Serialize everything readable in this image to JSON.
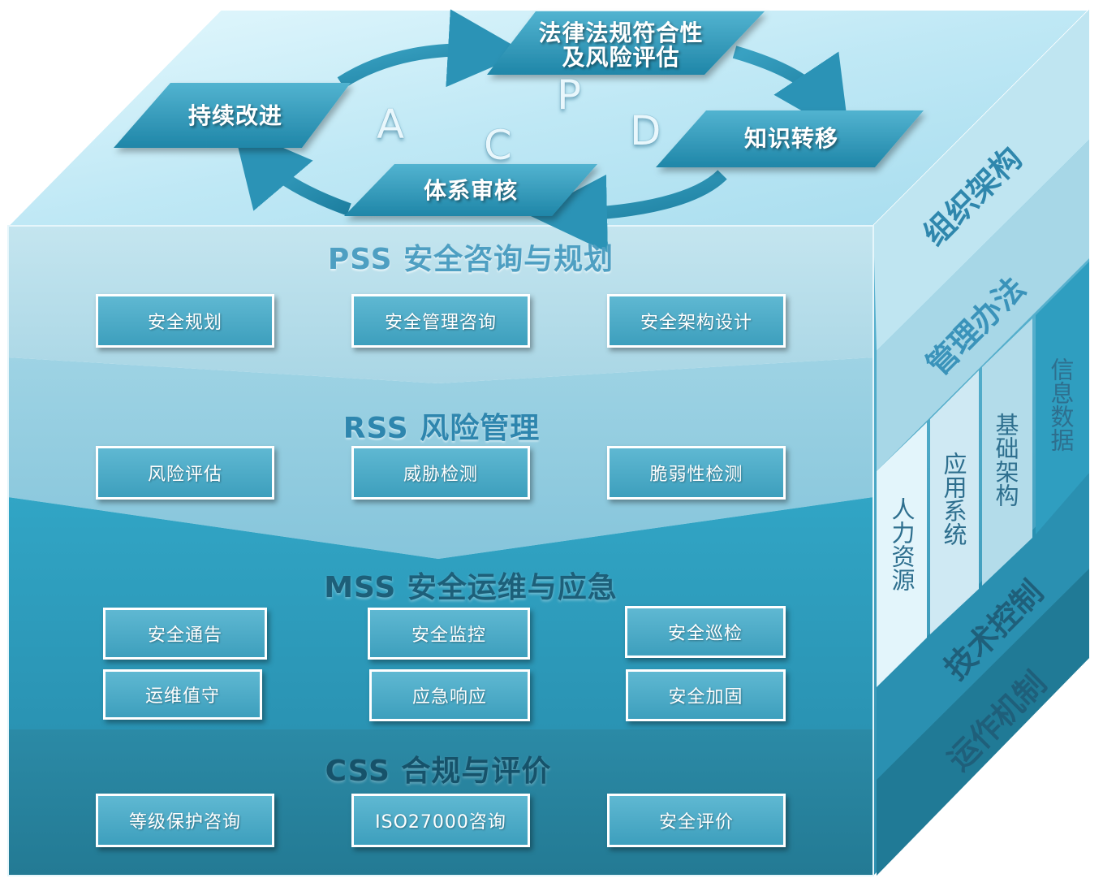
{
  "cycle": {
    "plan_box": [
      "法律法规符合性",
      "及风险评估"
    ],
    "do_box": "知识转移",
    "check_box": "体系审核",
    "act_box": "持续改进",
    "letters": {
      "p": "P",
      "d": "D",
      "c": "C",
      "a": "A"
    }
  },
  "layers": [
    {
      "title": "PSS 安全咨询与规划",
      "items": [
        "安全规划",
        "安全管理咨询",
        "安全架构设计"
      ]
    },
    {
      "title": "RSS 风险管理",
      "items": [
        "风险评估",
        "威胁检测",
        "脆弱性检测"
      ]
    },
    {
      "title": "MSS 安全运维与应急",
      "items": [
        "安全通告",
        "安全监控",
        "安全巡检",
        "运维值守",
        "应急响应",
        "安全加固"
      ]
    },
    {
      "title": "CSS 合规与评价",
      "items": [
        "等级保护咨询",
        "ISO27000咨询",
        "安全评价"
      ]
    }
  ],
  "side": {
    "org": "组织架构",
    "mgmt": "管理办法",
    "tech": "技术控制",
    "ops": "运作机制",
    "columns": [
      "人力资源",
      "应用系统",
      "基础架构",
      "信息数据"
    ]
  },
  "colors": {
    "top_face": "#cbeef8",
    "layer1": "#b2dbe8",
    "layer2": "#8fcbdf",
    "layer3": "#2c9dbd",
    "layer4": "#26829c",
    "tile": "#4aa8c6"
  }
}
